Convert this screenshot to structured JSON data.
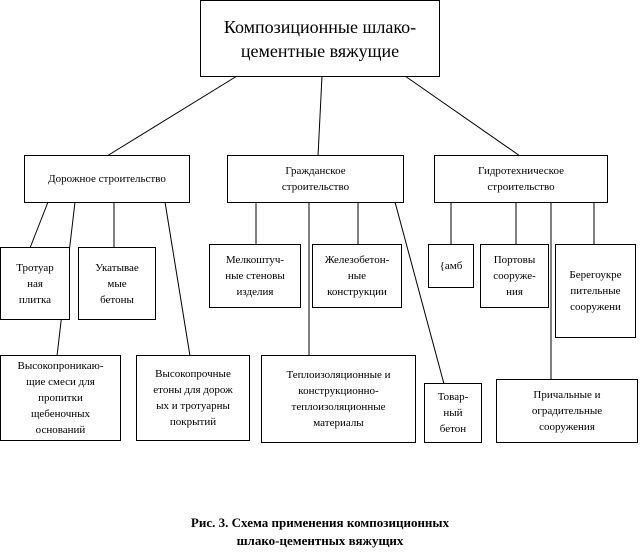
{
  "root": "Композиционные шлако-\nцементные вяжущие",
  "branches": {
    "road": "Дорожное строительство",
    "civil": "Гражданское\nстроительство",
    "hydro": "Гидротехническое\nстроительство"
  },
  "road_items": {
    "sidewalk": "Тротуар\nная\nплитка",
    "rolled": "Укатывае\nмые\nбетоны",
    "impregnation": "Высокопроникаю-\nщие смеси для\nпропитки\nщебеночных\nоснований",
    "high_strength": "Высокопрочные\nетоны для дорож\nых и тротуарны\nпокрытий"
  },
  "civil_items": {
    "small_wall": "Мелкоштуч-\nные стеновы\nизделия",
    "reinforced": "Железобетон-\nные\nконструкции",
    "insulation": "Теплоизоляционные и\nконструкционно-\nтеплоизоляционные\nматериалы",
    "commodity": "Товар-\nный\nбетон"
  },
  "hydro_items": {
    "dam": "{амб",
    "port": "Портовы\nсооруже-\nния",
    "shore": "Берегоукре\nпительные\nсооружени",
    "berth": "Причальные и\nоградительные\nсооружения"
  },
  "caption": "Рис. 3. Схема применения композиционных\nшлако-цементных вяжущих"
}
